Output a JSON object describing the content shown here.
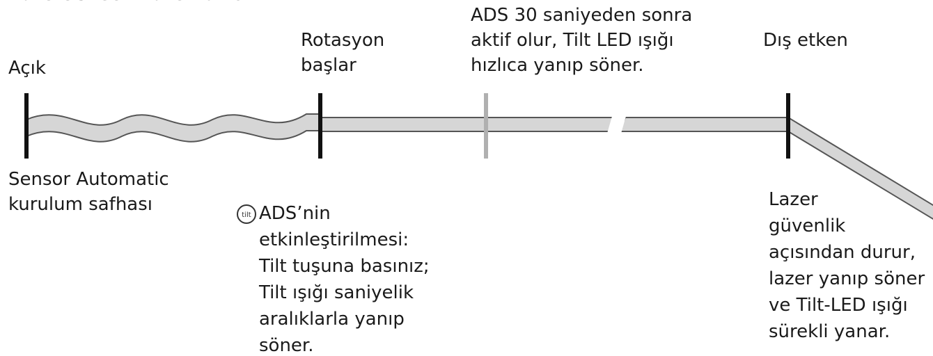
{
  "colors": {
    "line": "#111111",
    "band_fill": "#d6d6d6",
    "band_edge": "#555555",
    "ads_marker": "#b0b0b0"
  },
  "icons": {
    "tilt_button": "tilt-icon"
  },
  "tilt_icon_text": "tilt",
  "labels": {
    "top_clipped": "Auto Sensor Automatic",
    "acik": "Açık",
    "rotasyon": [
      "Rotasyon",
      "başlar"
    ],
    "ads_active": [
      "ADS 30 saniyeden sonra",
      "aktif olur, Tilt LED ışığı",
      "hızlıca yanıp söner."
    ],
    "dis_etken": "Dış etken",
    "sensor_setup": [
      "Sensor Automatic",
      "kurulum safhası"
    ],
    "ads_enable": [
      "ADS’nin",
      "etkinleştirilmesi:",
      "Tilt tuşuna basınız;",
      "Tilt ışığı saniyelik",
      "aralıklarla yanıp",
      "söner."
    ],
    "laser_stop": [
      "Lazer",
      "güvenlik",
      "açısından durur,",
      "lazer yanıp söner",
      "ve Tilt-LED ışığı",
      "sürekli yanar."
    ]
  }
}
